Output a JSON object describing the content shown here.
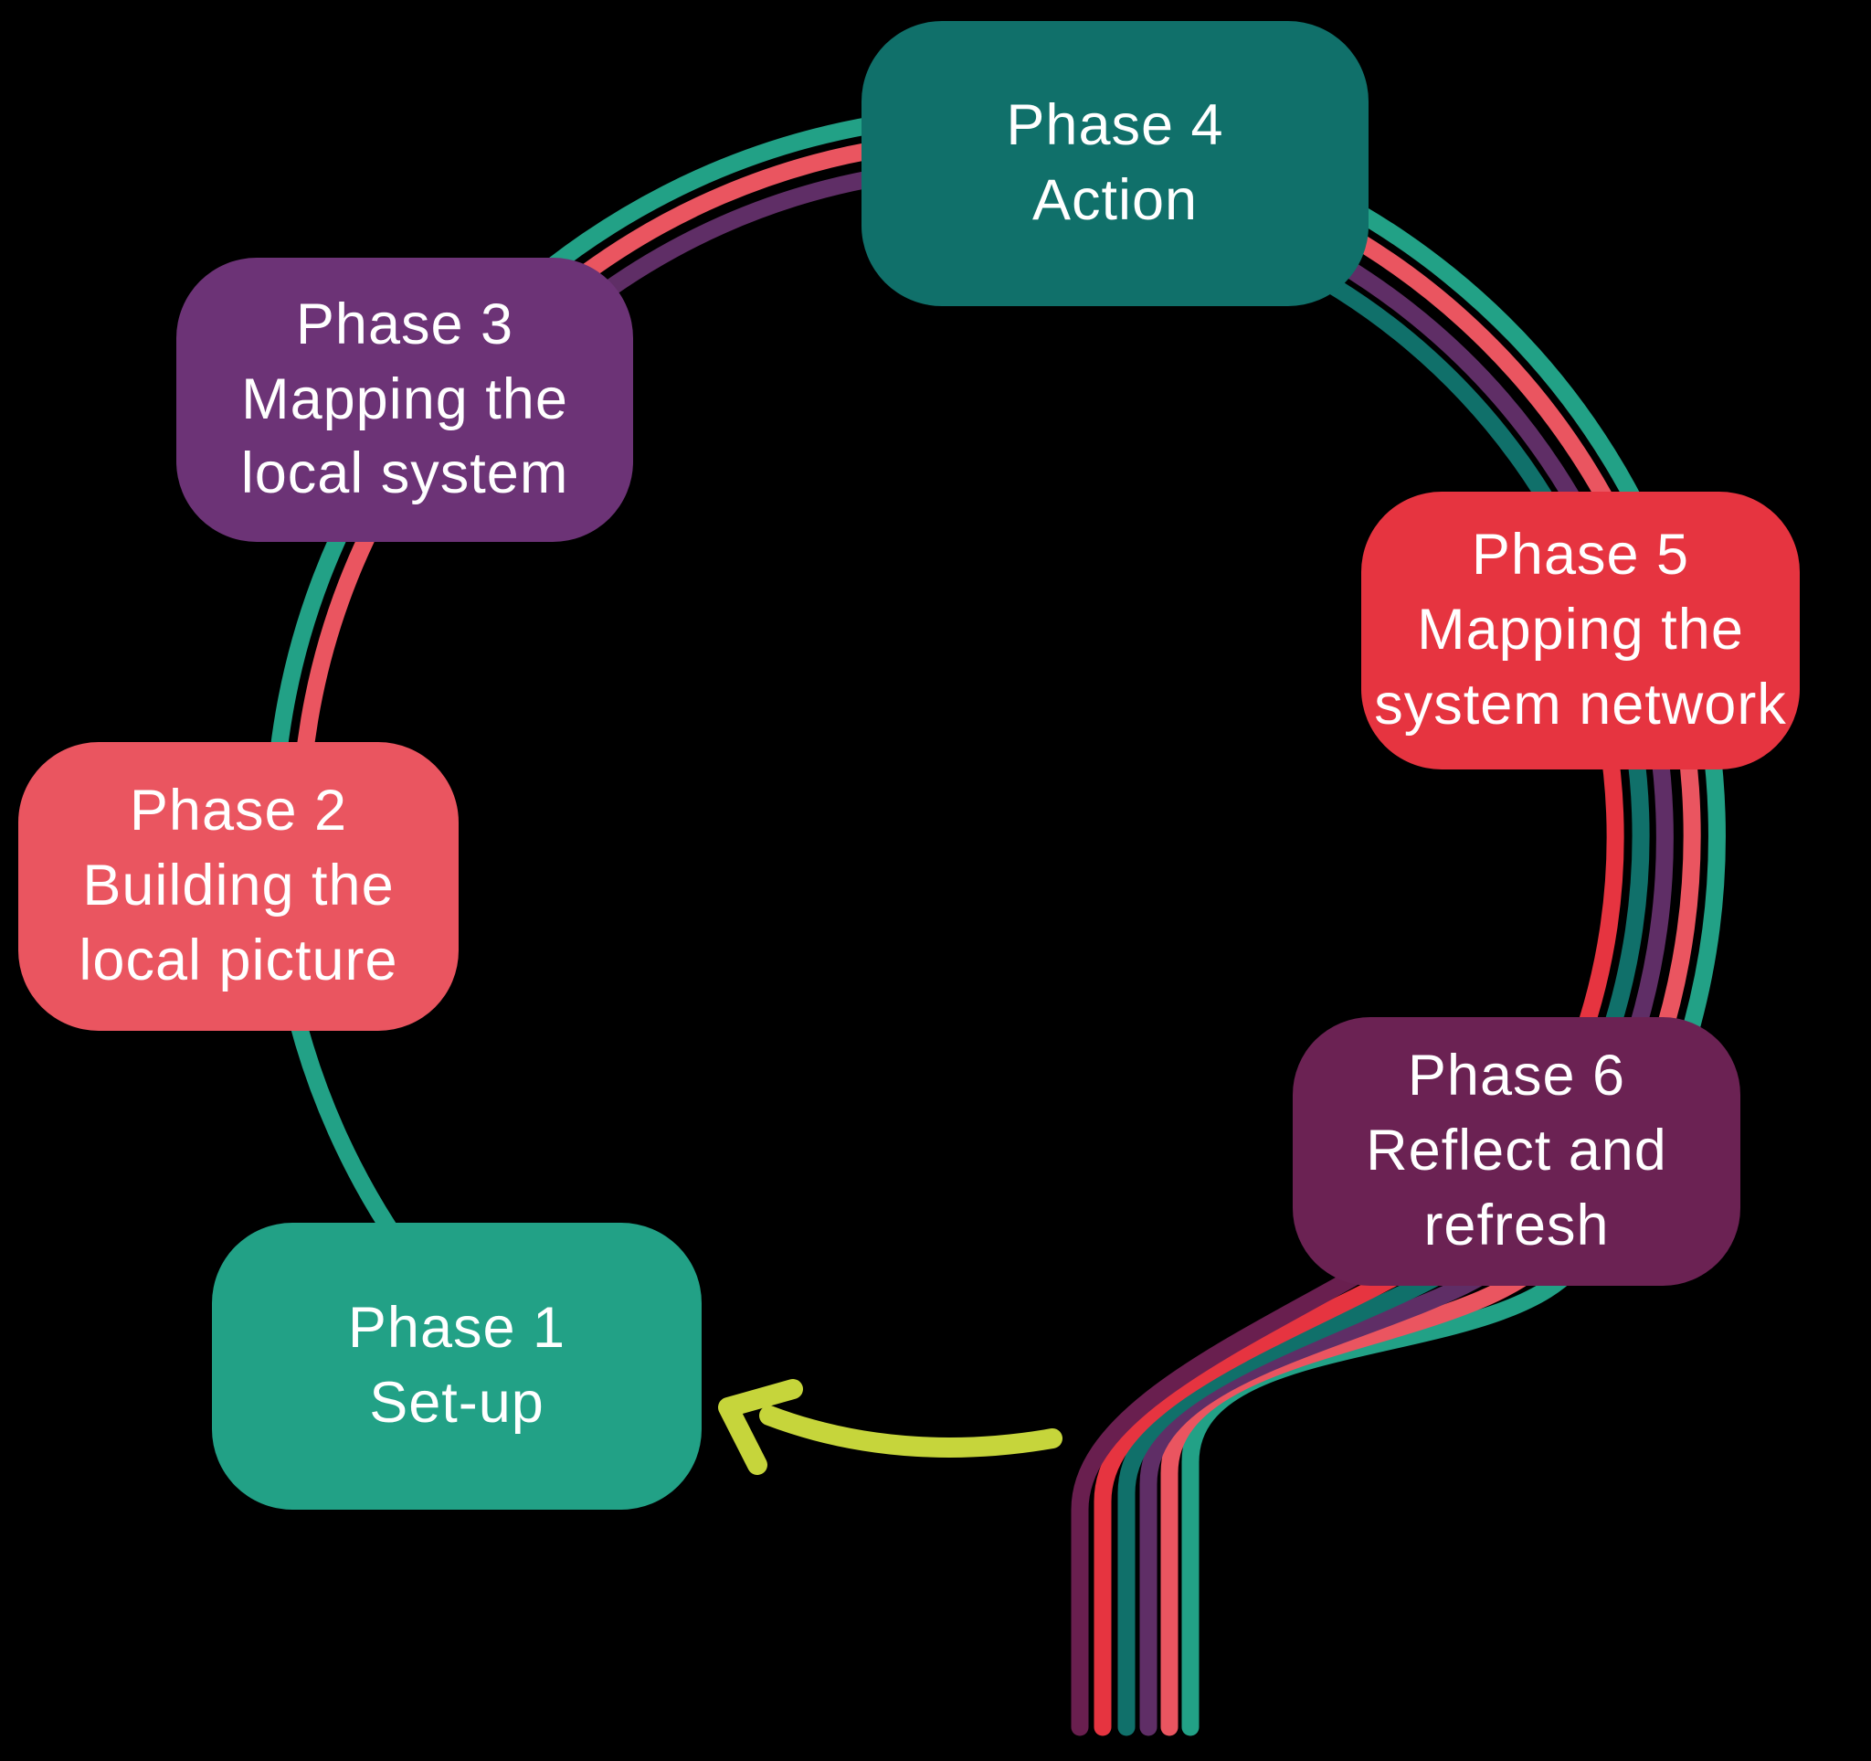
{
  "diagram": {
    "name": "Six phase cycle diagram",
    "background_color": "#000000",
    "text_color": "#FFFFFF",
    "arrow": {
      "semantic": "loop-back-arrow pointing from exit bundle to Phase 1",
      "color": "#C6D53B"
    },
    "phases": [
      {
        "title": "Phase 1",
        "subtitle": "Set-up",
        "box_color": "#22A186",
        "line_color": "#22A186"
      },
      {
        "title": "Phase 2",
        "subtitle": "Building the\nlocal picture",
        "box_color": "#EA5560",
        "line_color": "#EA5560"
      },
      {
        "title": "Phase 3",
        "subtitle": "Mapping the\nlocal system",
        "box_color": "#6C3376",
        "line_color": "#5F2E66"
      },
      {
        "title": "Phase 4",
        "subtitle": "Action",
        "box_color": "#10706A",
        "line_color": "#10706A"
      },
      {
        "title": "Phase 5",
        "subtitle": "Mapping the\nsystem network",
        "box_color": "#E63440",
        "line_color": "#E63440"
      },
      {
        "title": "Phase 6",
        "subtitle": "Reflect and\nrefresh",
        "box_color": "#6B2253",
        "line_color": "#691F4F"
      }
    ]
  }
}
